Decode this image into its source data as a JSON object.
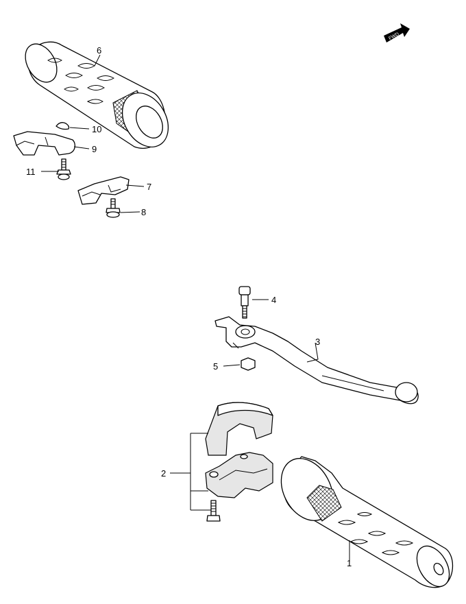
{
  "callouts": {
    "p1": "1",
    "p2": "2",
    "p3": "3",
    "p4": "4",
    "p5": "5",
    "p6": "6",
    "p7": "7",
    "p8": "8",
    "p9": "9",
    "p10": "10",
    "p11": "11"
  },
  "fwd": {
    "label": "FWD"
  }
}
